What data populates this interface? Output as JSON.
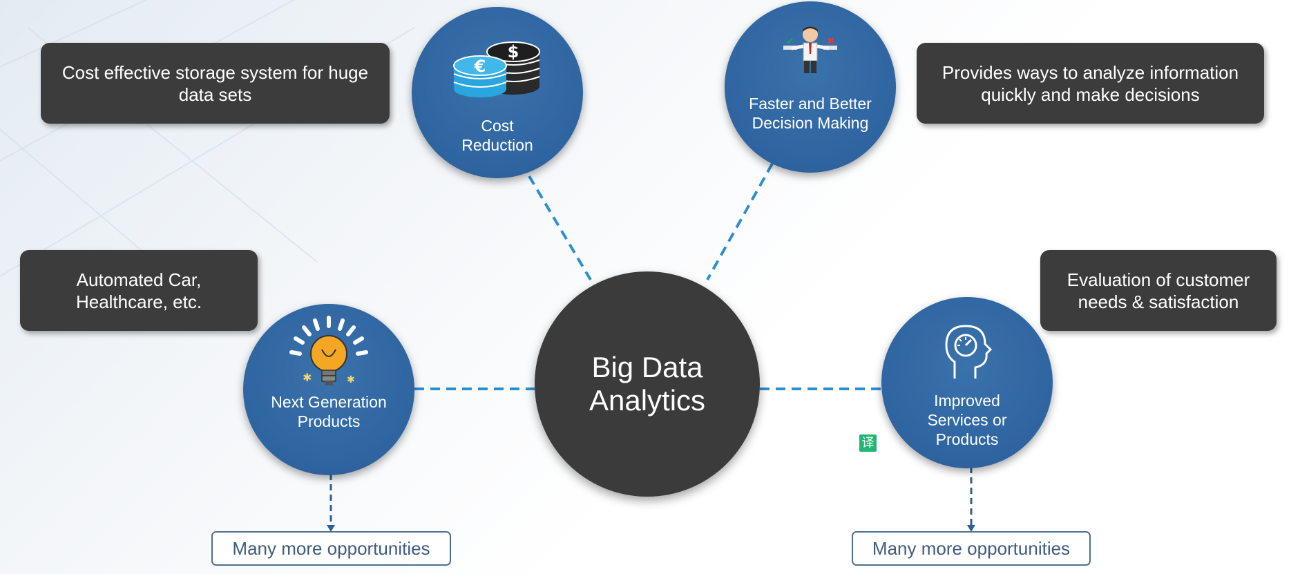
{
  "center": {
    "label": "Big Data\nAnalytics"
  },
  "nodes": [
    {
      "id": "cost",
      "label": "Cost\nReduction",
      "icon": "coins-icon"
    },
    {
      "id": "decision",
      "label": "Faster and Better\nDecision Making",
      "icon": "businessman-icon"
    },
    {
      "id": "next_gen",
      "label": "Next Generation\nProducts",
      "icon": "lightbulb-icon"
    },
    {
      "id": "improved",
      "label": "Improved\nServices or\nProducts",
      "icon": "head-gauge-icon"
    }
  ],
  "descriptions": [
    {
      "id": "cost",
      "text": "Cost effective storage system for huge\ndata sets"
    },
    {
      "id": "decision",
      "text": "Provides ways to analyze information\nquickly and make decisions"
    },
    {
      "id": "next_gen",
      "text": "Automated Car,\nHealthcare, etc."
    },
    {
      "id": "improved",
      "text": "Evaluation of  customer\nneeds & satisfaction"
    }
  ],
  "opportunities": [
    {
      "id": "next_gen",
      "text": "Many more opportunities"
    },
    {
      "id": "improved",
      "text": "Many more opportunities"
    }
  ],
  "badge": {
    "text": "译"
  },
  "colors": {
    "node_blue": "#2e64a0",
    "dark_box": "#3c3c3c",
    "connector": "#2b8fcf",
    "outline": "#4e6e91",
    "badge_green": "#22b573"
  }
}
